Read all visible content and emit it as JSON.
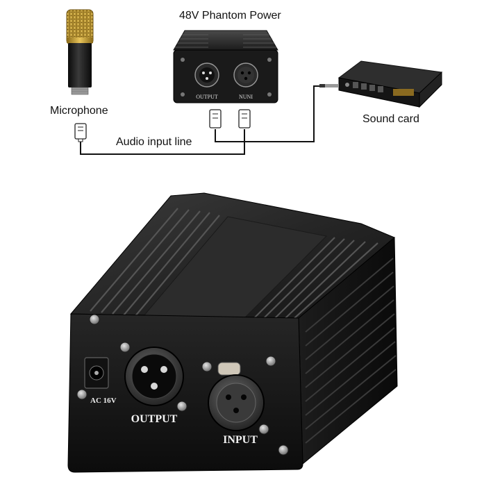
{
  "diagram": {
    "title": "48V Phantom Power",
    "labels": {
      "microphone": "Microphone",
      "sound_card": "Sound card",
      "audio_line": "Audio input line"
    },
    "small_device": {
      "port_output": "OUTPUT",
      "port_input": "NUNI"
    },
    "main_device": {
      "port_power": "AC 16V",
      "port_output": "OUTPUT",
      "port_input": "INPUT"
    }
  }
}
